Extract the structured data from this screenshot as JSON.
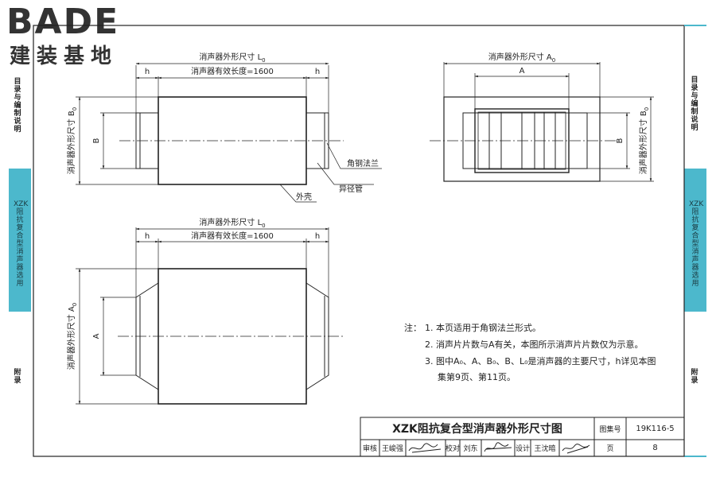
{
  "logo": {
    "brand": "BADE",
    "subtitle": "建装基地"
  },
  "left_tabs": {
    "contents": "目录与编制说明",
    "section": "XZK阻抗复合型消声器选用",
    "appendix": "附录"
  },
  "right_tabs": {
    "contents": "目录与编制说明",
    "section": "XZK阻抗复合型消声器选用",
    "appendix": "附录"
  },
  "top_left": {
    "outer_dim": "消声器外形尺寸 L",
    "outer_sub": "0",
    "effective_len": "消声器有效长度=1600",
    "h_left": "h",
    "h_right": "h",
    "b_label": "B",
    "b0_label": "消声器外形尺寸 B",
    "b0_sub": "0",
    "callout_flange": "角钢法兰",
    "callout_reducer": "异径管",
    "callout_shell": "外壳"
  },
  "top_right": {
    "outer_dim": "消声器外形尺寸 A",
    "outer_sub": "0",
    "a_label": "A",
    "b_label": "B",
    "b0_label": "消声器外形尺寸 B",
    "b0_sub": "0"
  },
  "bottom_left": {
    "outer_dim": "消声器外形尺寸 L",
    "outer_sub": "0",
    "effective_len": "消声器有效长度=1600",
    "h_left": "h",
    "h_right": "h",
    "a_label": "A",
    "a0_label": "消声器外形尺寸 A",
    "a0_sub": "0"
  },
  "notes": {
    "prefix": "注：",
    "n1": "1.  本页适用于角钢法兰形式。",
    "n2": "2.  消声片片数与A有关，本图所示消声片片数仅为示意。",
    "n3a": "3.  图中A₀、A、B₀、B、L₀是消声器的主要尺寸，h详见本图",
    "n3b": "集第9页、第11页。"
  },
  "title_block": {
    "title": "XZK阻抗复合型消声器外形尺寸图",
    "atlas_label": "图集号",
    "atlas_no": "19K116-5",
    "review_label": "审核",
    "reviewer": "王峻强",
    "check_label": "校对",
    "checker": "刘东",
    "design_label": "设计",
    "designer": "王沈暗",
    "page_label": "页",
    "page_no": "8"
  }
}
